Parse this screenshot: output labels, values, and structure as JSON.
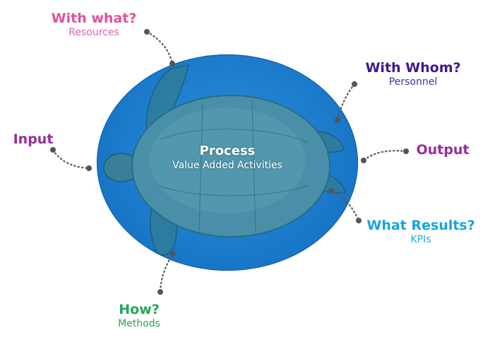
{
  "diagram": {
    "center": {
      "title": "Process",
      "subtitle": "Value Added Activities"
    },
    "nodes": [
      {
        "id": "resources",
        "title": "With what?",
        "subtitle": "Resources",
        "color": "#e0529c"
      },
      {
        "id": "personnel",
        "title": "With Whom?",
        "subtitle": "Personnel",
        "color": "#3d1896"
      },
      {
        "id": "input",
        "title": "Input",
        "subtitle": "",
        "color": "#9b2a9e"
      },
      {
        "id": "output",
        "title": "Output",
        "subtitle": "",
        "color": "#9b2a9e"
      },
      {
        "id": "kpis",
        "title": "What Results?",
        "subtitle": "KPIs",
        "color": "#1aa3e0"
      },
      {
        "id": "methods",
        "title": "How?",
        "subtitle": "Methods",
        "color": "#1fa85a"
      }
    ],
    "colors": {
      "ellipse": "#1f7fcf",
      "connector": "#5a5a5a",
      "resources_sub": "#d965a9",
      "personnel_sub": "#4a2a9a",
      "kpis_sub": "#2aa8dd",
      "methods_sub": "#2aa05a"
    }
  }
}
